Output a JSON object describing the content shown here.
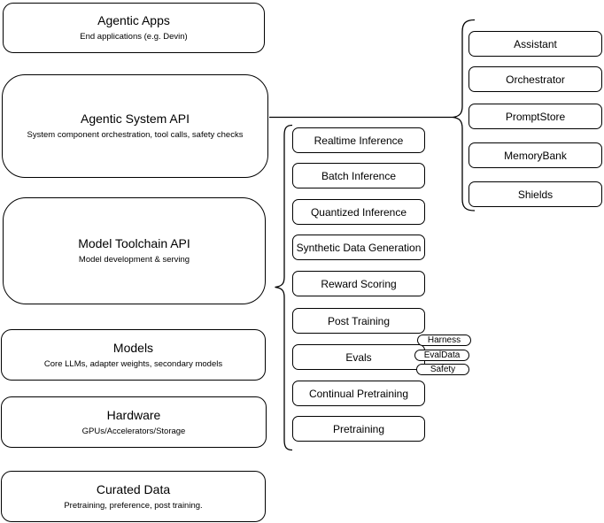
{
  "diagram": {
    "left_stack": [
      {
        "title": "Agentic Apps",
        "subtitle": "End applications (e.g. Devin)"
      },
      {
        "title": "Agentic System API",
        "subtitle": "System component orchestration, tool calls, safety checks"
      },
      {
        "title": "Model Toolchain API",
        "subtitle": "Model development & serving"
      },
      {
        "title": "Models",
        "subtitle": "Core LLMs, adapter weights, secondary models"
      },
      {
        "title": "Hardware",
        "subtitle": "GPUs/Accelerators/Storage"
      },
      {
        "title": "Curated Data",
        "subtitle": "Pretraining, preference, post training."
      }
    ],
    "toolchain_services": [
      "Realtime Inference",
      "Batch Inference",
      "Quantized Inference",
      "Synthetic Data Generation",
      "Reward Scoring",
      "Post Training",
      "Evals",
      "Continual Pretraining",
      "Pretraining"
    ],
    "eval_tags": [
      "Harness",
      "EvalData",
      "Safety"
    ],
    "system_components": [
      "Assistant",
      "Orchestrator",
      "PromptStore",
      "MemoryBank",
      "Shields"
    ],
    "colors": {
      "border": "#000000",
      "fill": "#ffffff",
      "text": "#000000"
    }
  }
}
